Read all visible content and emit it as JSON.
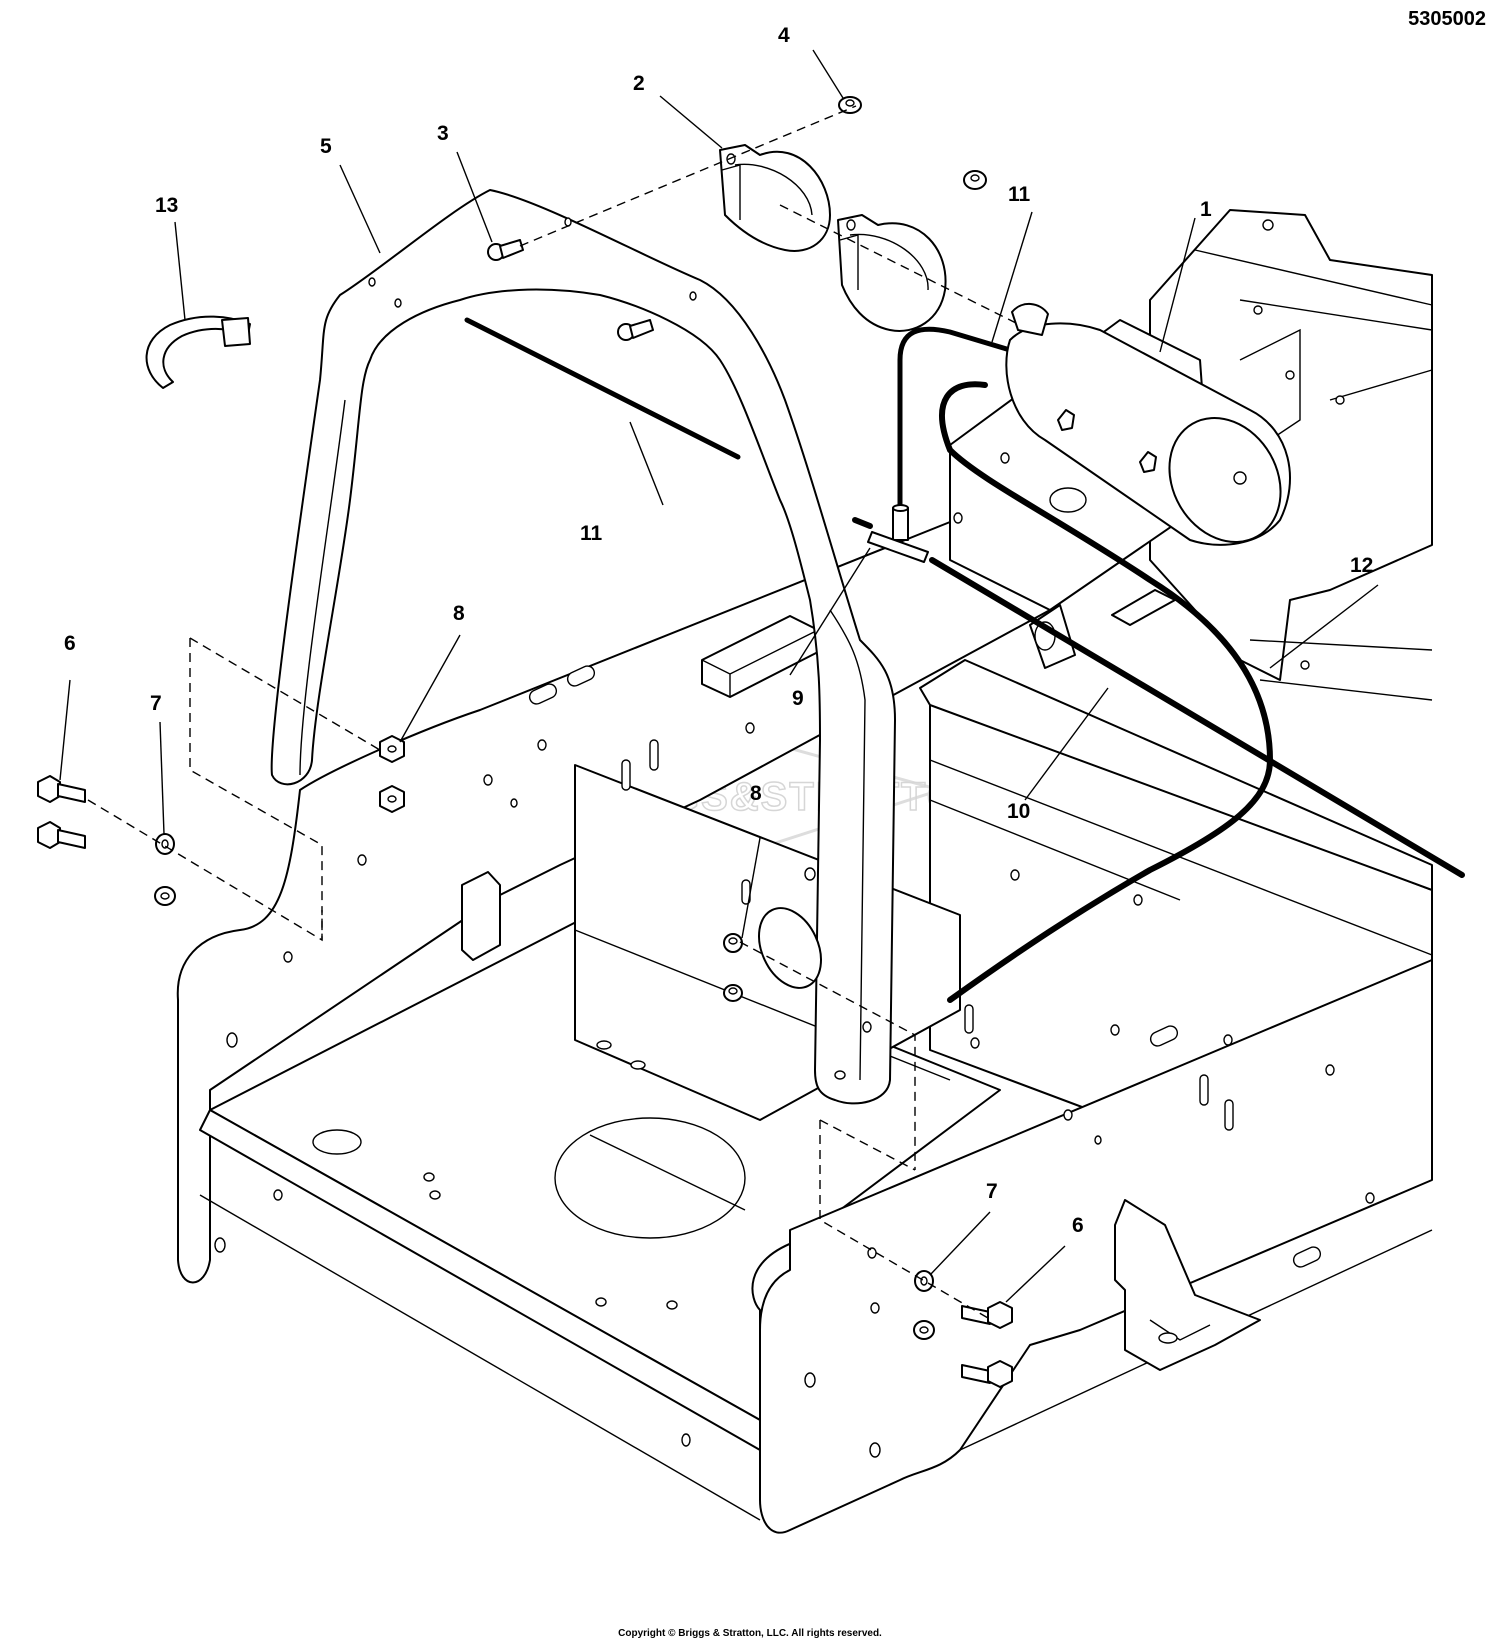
{
  "document_number": "5305002",
  "copyright": "Copyright © Briggs & Stratton, LLC. All rights reserved.",
  "watermark": "BRIGGS&STRATTON",
  "callouts": {
    "c1": "1",
    "c2": "2",
    "c3": "3",
    "c4": "4",
    "c5": "5",
    "c6a": "6",
    "c6b": "6",
    "c7a": "7",
    "c7b": "7",
    "c8a": "8",
    "c8b": "8",
    "c9": "9",
    "c10": "10",
    "c11a": "11",
    "c11b": "11",
    "c12": "12",
    "c13": "13"
  }
}
